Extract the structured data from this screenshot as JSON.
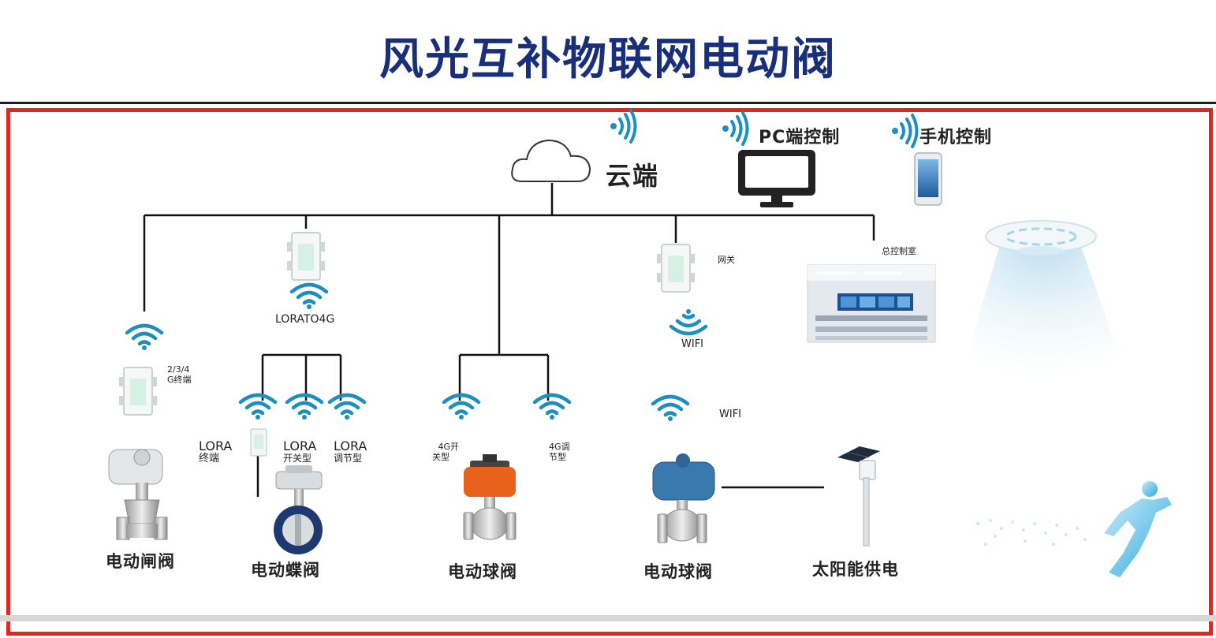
{
  "title": "风光互补物联网电动阀",
  "cloud": {
    "label": "云端"
  },
  "pc_control": {
    "label": "PC端控制"
  },
  "phone_control": {
    "label": "手机控制"
  },
  "gateway_lora4g": {
    "label": "LORATO4G"
  },
  "gateway_wifi": {
    "label": "网关",
    "wifi_label": "WIFI"
  },
  "control_room": {
    "label": "总控制室"
  },
  "terminal_4g": {
    "label_line1": "2/3/4",
    "label_line2": "G终端"
  },
  "lora_terminal": {
    "label_line1": "LORA",
    "label_line2": "终端"
  },
  "lora_switch": {
    "label_line1": "LORA",
    "label_line2": "开关型"
  },
  "lora_regulating": {
    "label_line1": "LORA",
    "label_line2": "调节型"
  },
  "g4_switch": {
    "label_line1": "4G开",
    "label_line2": "关型"
  },
  "g4_regulating": {
    "label_line1": "4G调",
    "label_line2": "节型"
  },
  "wifi_valve": {
    "wifi_label": "WIFI"
  },
  "valves": {
    "gate": "电动闸阀",
    "butterfly": "电动蝶阀",
    "ball_4g": "电动球阀",
    "ball_wifi": "电动球阀",
    "solar": "太阳能供电"
  },
  "colors": {
    "title": "#1a2f7a",
    "frame": "#e8241c",
    "signal": "#1d8fbf",
    "orange_actuator": "#e8621c",
    "blue_actuator": "#3a78b0"
  }
}
